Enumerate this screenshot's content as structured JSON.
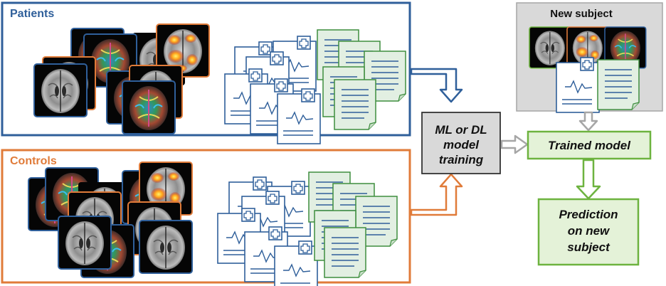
{
  "groups": {
    "patients": {
      "label": "Patients",
      "color": "#2F5F9A"
    },
    "controls": {
      "label": "Controls",
      "color": "#E07B39"
    }
  },
  "new_subject": {
    "label": "New subject"
  },
  "training": {
    "line1": "ML or DL",
    "line2": "model",
    "line3": "training"
  },
  "trained_model": {
    "label": "Trained model"
  },
  "prediction": {
    "line1": "Prediction",
    "line2": "on new",
    "line3": "subject"
  },
  "colors": {
    "green_border": "#6DB33F",
    "green_fill": "#E4F2D8",
    "gray_fill": "#D9D9D9",
    "gray_arrow": "#A6A6A6",
    "doc_line": "#2F5F9A",
    "note_fill": "#E2EFE2"
  }
}
